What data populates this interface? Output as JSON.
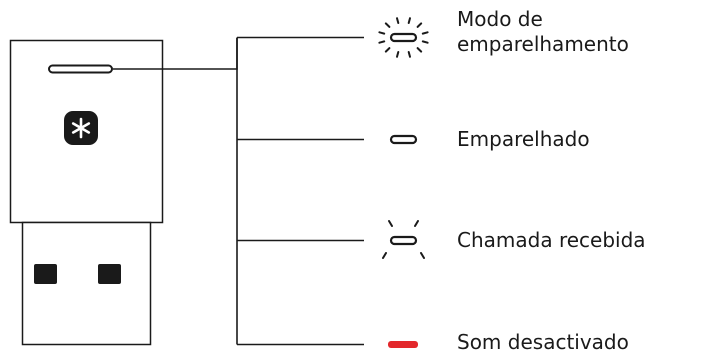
{
  "states": [
    {
      "lines": [
        "Modo de",
        "emparelhamento"
      ],
      "indicator": "blinking-fast-led-icon",
      "led_color": "#1a1a1a"
    },
    {
      "lines": [
        "Emparelhado"
      ],
      "indicator": "solid-led-icon",
      "led_color": "#1a1a1a"
    },
    {
      "lines": [
        "Chamada recebida"
      ],
      "indicator": "blinking-slow-led-icon",
      "led_color": "#1a1a1a"
    },
    {
      "lines": [
        "Som desactivado"
      ],
      "indicator": "solid-led-icon",
      "led_color": "#e3282c"
    }
  ],
  "device": {
    "logo": "asterisk-logo-icon",
    "status_light": "status-led-icon",
    "connector": "usb-a-connector"
  }
}
